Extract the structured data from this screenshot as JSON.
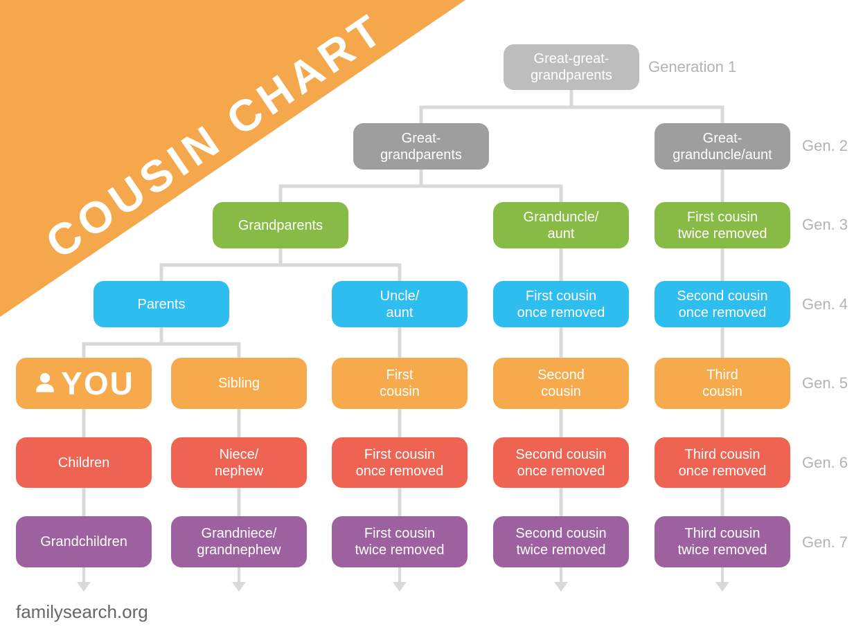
{
  "banner": {
    "title": "COUSIN CHART",
    "color": "#F5A84B"
  },
  "footer": {
    "site": "familysearch.org"
  },
  "generation_labels": [
    "Generation 1",
    "Gen. 2",
    "Gen. 3",
    "Gen. 4",
    "Gen. 5",
    "Gen. 6",
    "Gen. 7"
  ],
  "colors": {
    "banner_orange": "#F5A84B",
    "generation1_gray": "#BDBDBD",
    "generation2_gray": "#9E9E9E",
    "generation3_green": "#87BB45",
    "generation4_blue": "#2EBDEF",
    "generation5_orange": "#F6AA4C",
    "generation6_red": "#EE6352",
    "generation7_purple": "#9E61A0",
    "connector_gray": "#D9D9D9",
    "label_gray": "#B3B3B3",
    "footer_gray": "#666666"
  },
  "icons": {
    "you_icon": "person-icon"
  },
  "nodes": [
    {
      "label": "Great-great-\ngrandparents"
    },
    {
      "label": "Great-\ngrandparents"
    },
    {
      "label": "Great-\ngranduncle/aunt"
    },
    {
      "label": "Grandparents"
    },
    {
      "label": "Granduncle/\naunt"
    },
    {
      "label": "First cousin\ntwice removed"
    },
    {
      "label": "Parents"
    },
    {
      "label": "Uncle/\naunt"
    },
    {
      "label": "First cousin\nonce removed"
    },
    {
      "label": "Second cousin\nonce removed"
    },
    {
      "label": "YOU"
    },
    {
      "label": "Sibling"
    },
    {
      "label": "First\ncousin"
    },
    {
      "label": "Second\ncousin"
    },
    {
      "label": "Third\ncousin"
    },
    {
      "label": "Children"
    },
    {
      "label": "Niece/\nnephew"
    },
    {
      "label": "First cousin\nonce removed"
    },
    {
      "label": "Second cousin\nonce removed"
    },
    {
      "label": "Third cousin\nonce removed"
    },
    {
      "label": "Grandchildren"
    },
    {
      "label": "Grandniece/\ngrandnephew"
    },
    {
      "label": "First cousin\ntwice removed"
    },
    {
      "label": "Second cousin\ntwice removed"
    },
    {
      "label": "Third cousin\ntwice removed"
    }
  ]
}
